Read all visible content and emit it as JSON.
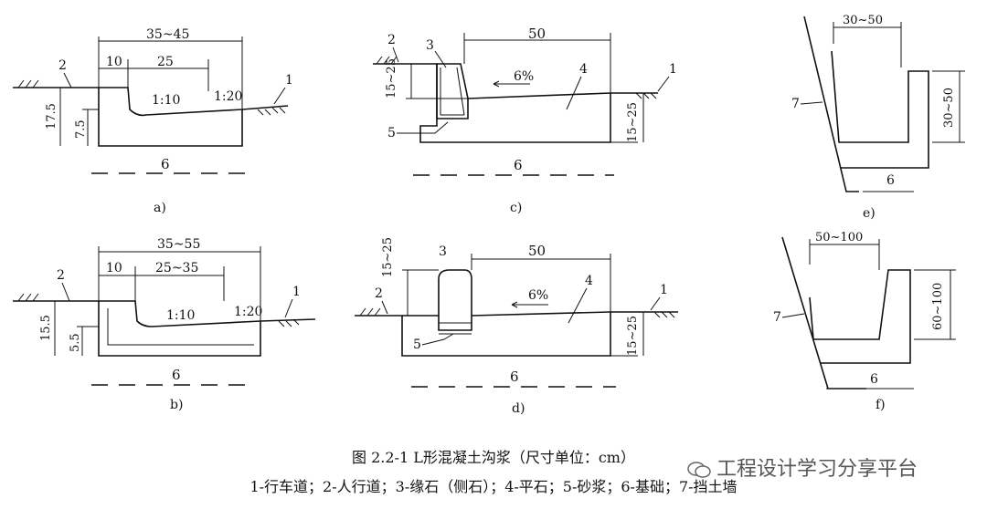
{
  "labels": {
    "a": {
      "sub": "a)",
      "d_total": "35~45",
      "d_10": "10",
      "d_25": "25",
      "slope1": "1:10",
      "slope2": "1:20",
      "h1": "17.5",
      "h2": "7.5",
      "n1": "1",
      "n2": "2",
      "n6": "6"
    },
    "b": {
      "sub": "b)",
      "d_total": "35~55",
      "d_10": "10",
      "d_25": "25~35",
      "slope1": "1:10",
      "slope2": "1:20",
      "h1": "15.5",
      "h2": "5.5",
      "n1": "1",
      "n2": "2",
      "n6": "6"
    },
    "c": {
      "sub": "c)",
      "d_50": "50",
      "slope": "6%",
      "h_left": "15~25",
      "h_right": "15~25",
      "n1": "1",
      "n2": "2",
      "n3": "3",
      "n4": "4",
      "n5": "5",
      "n6": "6"
    },
    "d": {
      "sub": "d)",
      "d_50": "50",
      "slope": "6%",
      "h_left": "15~25",
      "h_right": "15~25",
      "n1": "1",
      "n2": "2",
      "n3": "3",
      "n4": "4",
      "n5": "5",
      "n6": "6"
    },
    "e": {
      "sub": "e)",
      "d_top": "30~50",
      "h": "30~50",
      "n7": "7",
      "n6": "6"
    },
    "f": {
      "sub": "f)",
      "d_top": "50~100",
      "h": "60~100",
      "n7": "7",
      "n6": "6"
    }
  },
  "caption": {
    "title": "图 2.2-1   L形混凝土沟浆（尺寸单位：cm）",
    "legend": "1-行车道；2-人行道；3-缘石（侧石）；4-平石；5-砂浆；6-基础；7-挡土墙"
  },
  "watermark": "工程设计学习分享平台"
}
